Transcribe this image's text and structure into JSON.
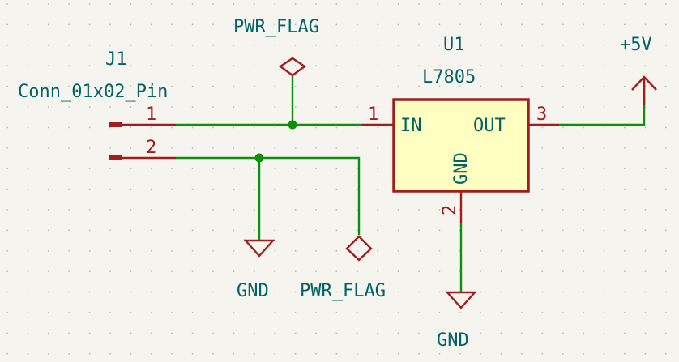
{
  "connector": {
    "ref": "J1",
    "value": "Conn_01x02_Pin",
    "pin1": "1",
    "pin2": "2"
  },
  "regulator": {
    "ref": "U1",
    "value": "L7805",
    "pin_in_num": "1",
    "pin_in_name": "IN",
    "pin_out_num": "3",
    "pin_out_name": "OUT",
    "pin_gnd_num": "2",
    "pin_gnd_name": "GND"
  },
  "power": {
    "pwr_flag_top": "PWR_FLAG",
    "pwr_flag_bottom": "PWR_FLAG",
    "gnd_left": "GND",
    "gnd_right": "GND",
    "plus5v": "+5V"
  },
  "colors": {
    "background": "#f5f4ef",
    "wire": "#0e8f0e",
    "symbol": "#a31d1d",
    "label": "#006464",
    "body_fill": "#ffffc2"
  }
}
